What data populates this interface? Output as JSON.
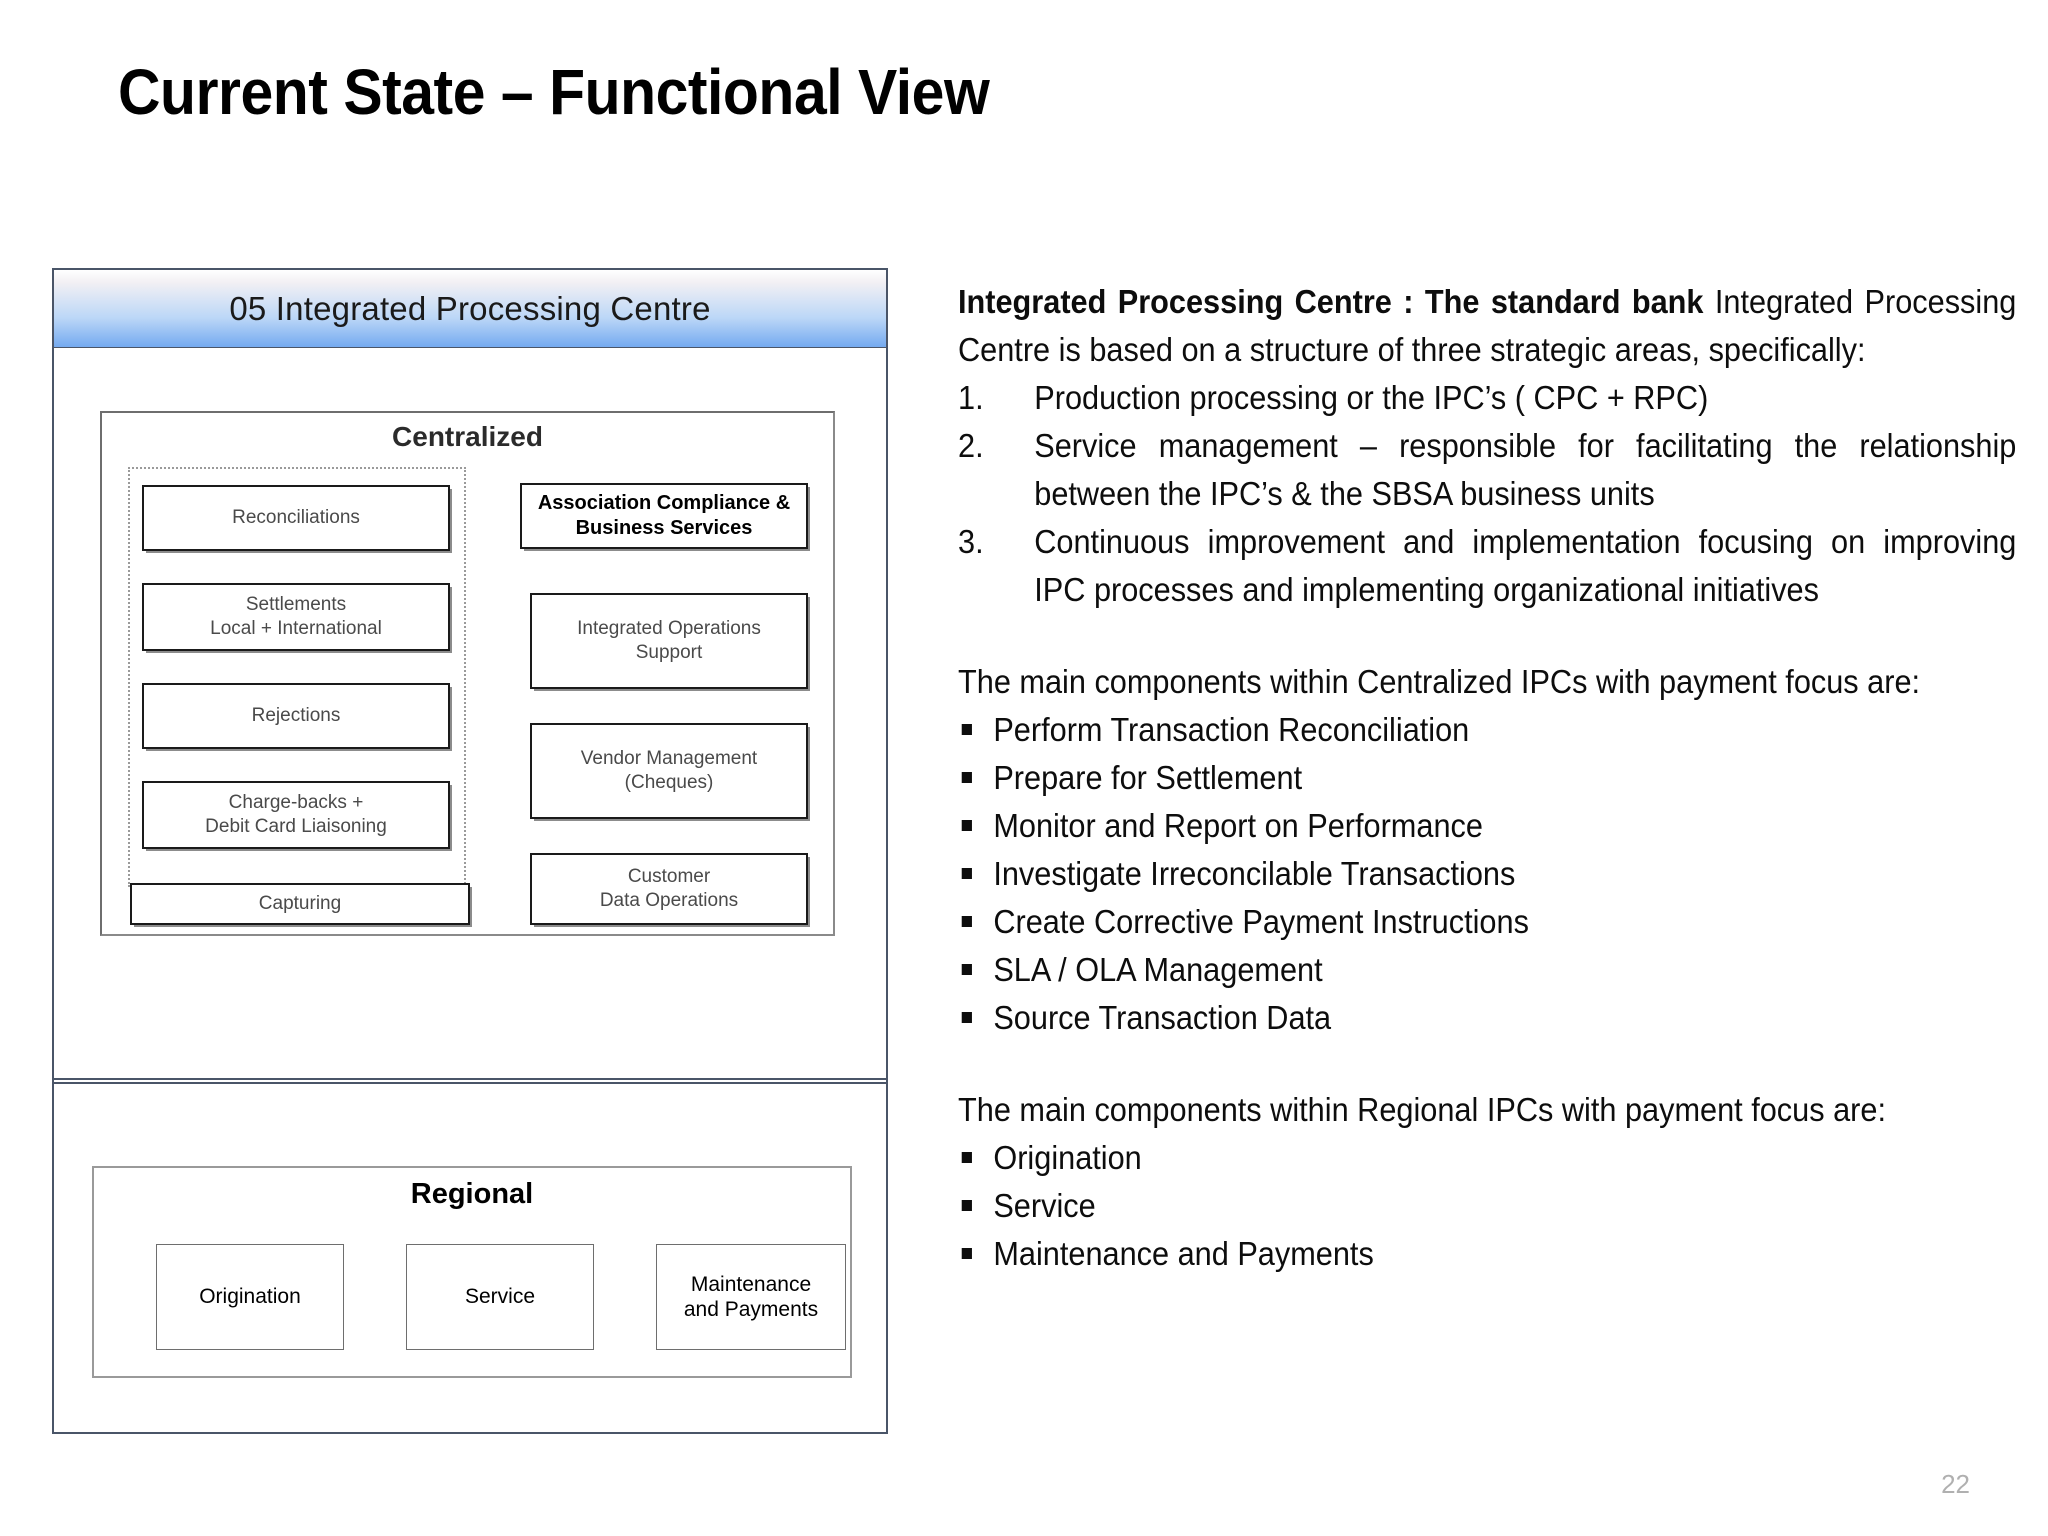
{
  "slide": {
    "title": "Current State – Functional View",
    "page_number": "22"
  },
  "diagram": {
    "header_title": "05 Integrated Processing Centre",
    "centralized": {
      "title": "Centralized",
      "left_column": [
        {
          "label": "Reconciliations"
        },
        {
          "label": "Settlements\nLocal + International"
        },
        {
          "label": "Rejections"
        },
        {
          "label": "Charge-backs +\nDebit Card Liaisoning"
        },
        {
          "label": "Capturing"
        }
      ],
      "right_column": [
        {
          "label": "Association Compliance &\nBusiness  Services"
        },
        {
          "label": "Integrated Operations\nSupport"
        },
        {
          "label": "Vendor Management\n(Cheques)"
        },
        {
          "label": "Customer\nData Operations"
        }
      ]
    },
    "regional": {
      "title": "Regional",
      "boxes": [
        {
          "label": "Origination"
        },
        {
          "label": "Service"
        },
        {
          "label": "Maintenance\nand Payments"
        }
      ]
    }
  },
  "text_panel": {
    "intro_bold": "Integrated Processing Centre : The standard bank",
    "intro_rest": " Integrated Processing Centre is based on a structure of three strategic areas, specifically:",
    "numbered": [
      {
        "num": "1.",
        "text": "Production processing or the IPC’s ( CPC + RPC)"
      },
      {
        "num": "2.",
        "text": "Service management – responsible for facilitating the relationship between  the IPC’s & the SBSA business units"
      },
      {
        "num": "3.",
        "text": "Continuous improvement  and implementation focusing on improving IPC processes and implementing organizational initiatives"
      }
    ],
    "centralized_lead": "The main components within Centralized IPCs with payment focus are:",
    "centralized_bullets": [
      "Perform Transaction Reconciliation",
      "Prepare for Settlement",
      "Monitor and Report on Performance",
      "Investigate Irreconcilable Transactions",
      "Create Corrective Payment Instructions",
      "SLA / OLA Management",
      "Source Transaction Data"
    ],
    "regional_lead": "The main components within Regional IPCs with payment focus are:",
    "regional_bullets": [
      "Origination",
      "Service",
      "Maintenance and Payments"
    ]
  },
  "colors": {
    "header_gradient_top": "#ffffff",
    "header_gradient_bottom": "#74aaf0",
    "panel_border": "#4a5568",
    "box_border": "#1a1a1a",
    "page_number": "#b0b0b0"
  }
}
